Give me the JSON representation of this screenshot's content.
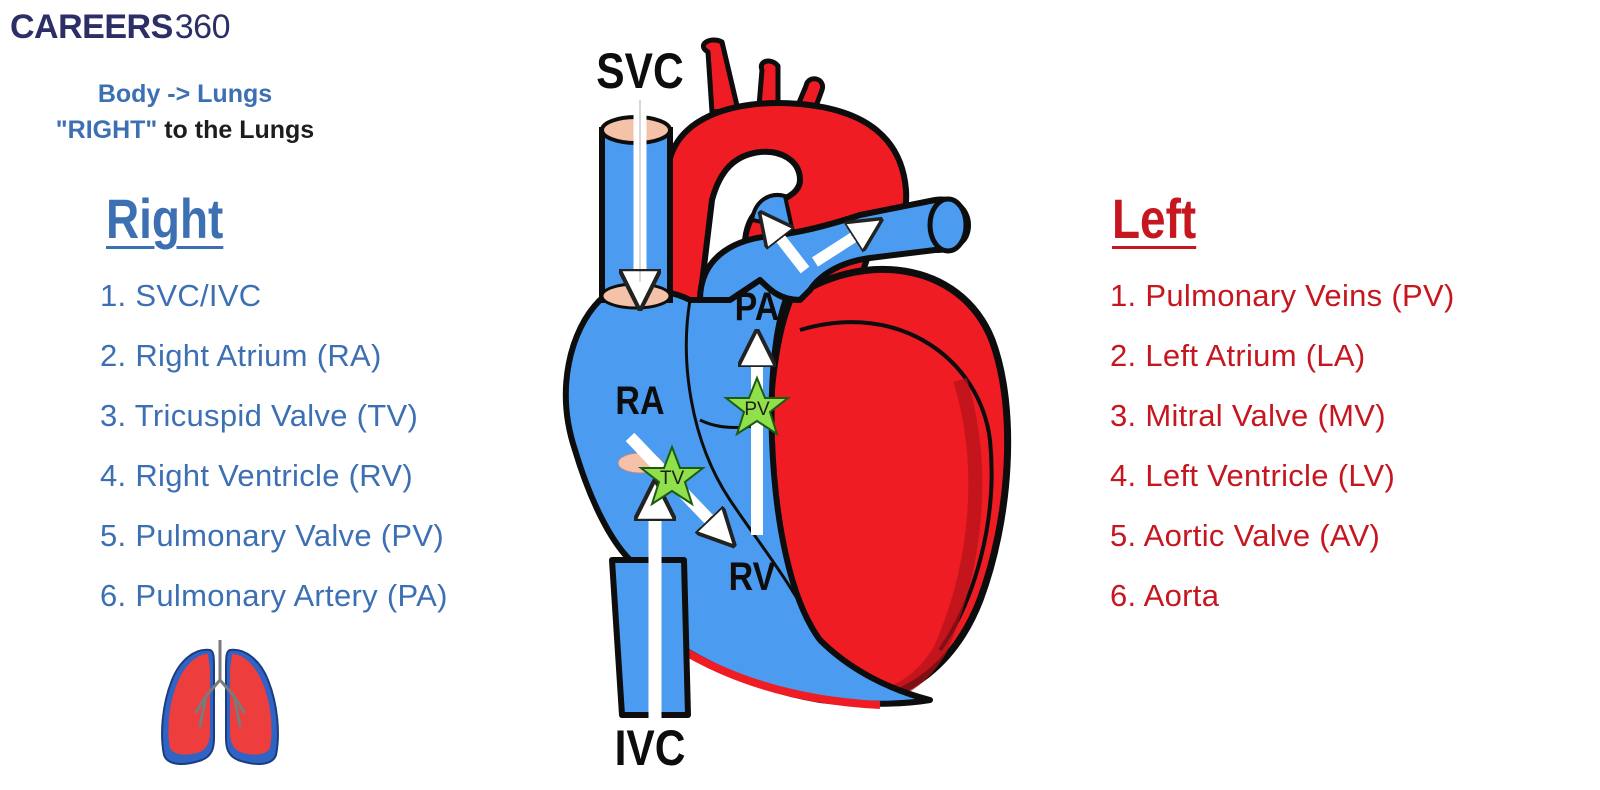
{
  "logo": {
    "part1": "CAREERS",
    "part2": "360"
  },
  "subtitle": {
    "line1": "Body -> Lungs",
    "line2_quoted": "\"RIGHT\"",
    "line2_rest": " to the Lungs"
  },
  "right": {
    "heading": "Right",
    "items": [
      "1. SVC/IVC",
      "2. Right Atrium (RA)",
      "3. Tricuspid Valve (TV)",
      "4. Right Ventricle (RV)",
      "5. Pulmonary Valve (PV)",
      "6. Pulmonary Artery (PA)"
    ]
  },
  "left": {
    "heading": "Left",
    "items": [
      "1. Pulmonary Veins (PV)",
      "2. Left Atrium (LA)",
      "3. Mitral Valve (MV)",
      "4. Left Ventricle (LV)",
      "5. Aortic Valve (AV)",
      "6. Aorta"
    ]
  },
  "heart_labels": {
    "svc": "SVC",
    "ivc": "IVC",
    "ra": "RA",
    "rv": "RV",
    "pa": "PA",
    "tv": "TV",
    "pv": "PV"
  },
  "colors": {
    "right_blue": "#3d6fb3",
    "left_red": "#c6161f",
    "deoxygenated_blue": "#4b9bf0",
    "oxygenated_red": "#ef1c24",
    "valve_green": "#8fe04a"
  },
  "icons": [
    "heart-diagram-icon",
    "lungs-icon",
    "flow-arrow-icon",
    "valve-star-icon"
  ]
}
